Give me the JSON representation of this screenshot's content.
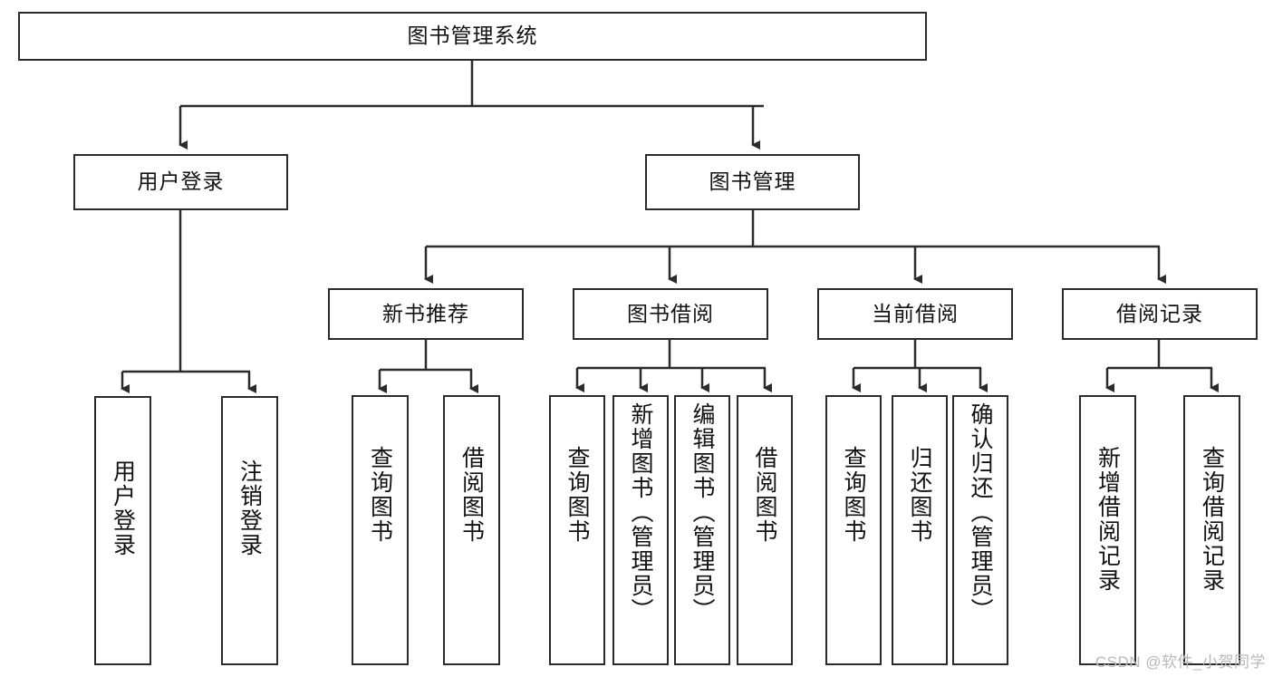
{
  "diagram": {
    "title": "图书管理系统",
    "type": "tree-hierarchy",
    "watermark": "CSDN @软件_小贺同学",
    "colors": {
      "box_border": "#2b2b2b",
      "box_fill": "#ffffff",
      "edge": "#2b2b2b",
      "text": "#111111",
      "watermark": "#b9b9b9",
      "background": "#ffffff"
    },
    "root": {
      "label": "图书管理系统"
    },
    "level2": [
      {
        "label": "用户登录"
      },
      {
        "label": "图书管理"
      }
    ],
    "level3": [
      {
        "label": "新书推荐"
      },
      {
        "label": "图书借阅"
      },
      {
        "label": "当前借阅"
      },
      {
        "label": "借阅记录"
      }
    ],
    "leaves": {
      "user_login": [
        {
          "label": "用户登录"
        },
        {
          "label": "注销登录"
        }
      ],
      "new_book_recommend": [
        {
          "label": "查询图书"
        },
        {
          "label": "借阅图书"
        }
      ],
      "book_borrow": [
        {
          "label": "查询图书"
        },
        {
          "label": "新增图书（管理员）"
        },
        {
          "label": "编辑图书（管理员）"
        },
        {
          "label": "借阅图书"
        }
      ],
      "current_borrow": [
        {
          "label": "查询图书"
        },
        {
          "label": "归还图书"
        },
        {
          "label": "确认归还（管理员）"
        }
      ],
      "borrow_record": [
        {
          "label": "新增借阅记录"
        },
        {
          "label": "查询借阅记录"
        }
      ]
    }
  }
}
